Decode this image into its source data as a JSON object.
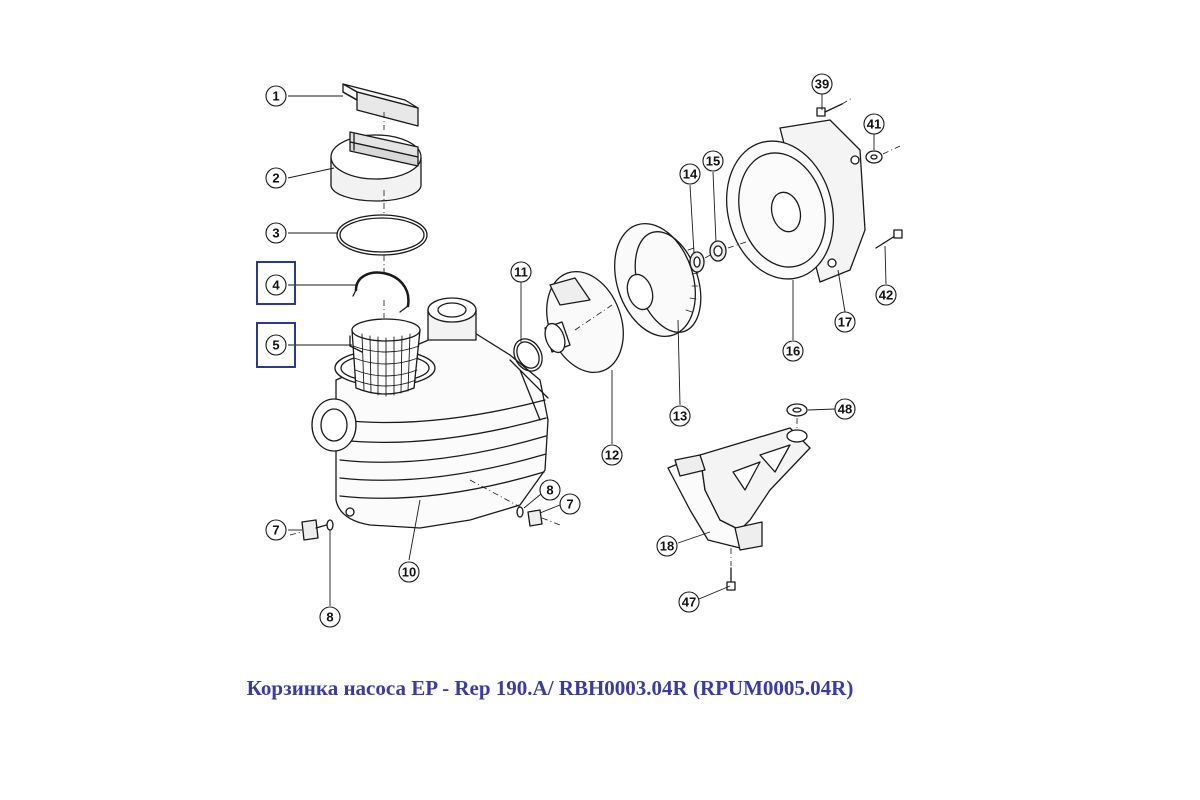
{
  "callouts": [
    "1",
    "2",
    "3",
    "4",
    "5",
    "7",
    "8",
    "10",
    "11",
    "12",
    "13",
    "14",
    "15",
    "16",
    "17",
    "18",
    "39",
    "41",
    "42",
    "47",
    "48",
    "7",
    "8"
  ],
  "highlighted_parts": [
    "4",
    "5"
  ],
  "colors": {
    "caption": "#3a3aa8",
    "highlight_box": "#2d3a8c",
    "line": "#1a1a1a"
  },
  "caption": "Корзинка насоса EP - Rep 190.A/ RBH0003.04R (RPUM0005.04R)"
}
